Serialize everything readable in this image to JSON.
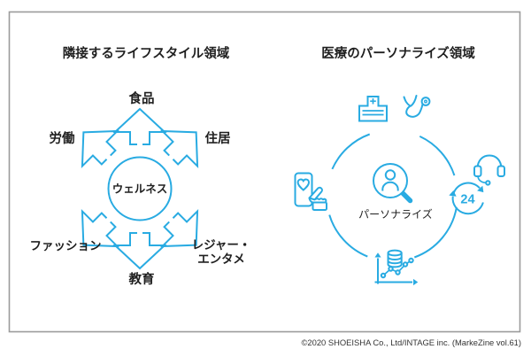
{
  "palette": {
    "accent": "#29ABE2",
    "frame_border": "#9B9B9B",
    "text": "#1F1F1F"
  },
  "left_panel": {
    "title": "隣接するライフスタイル領域",
    "center_label": "ウェルネス",
    "sectors": [
      {
        "label": "食品",
        "position": "top"
      },
      {
        "label": "住居",
        "position": "top-right"
      },
      {
        "label": "レジャー・エンタメ",
        "line1": "レジャー・",
        "line2": "エンタメ",
        "position": "bottom-right"
      },
      {
        "label": "教育",
        "position": "bottom"
      },
      {
        "label": "ファッション",
        "position": "bottom-left"
      },
      {
        "label": "労働",
        "position": "top-left"
      }
    ]
  },
  "right_panel": {
    "title": "医療のパーソナライズ領域",
    "center_label": "パーソナライズ",
    "hours_badge": "24",
    "icons": [
      "medical-kit-icon",
      "stethoscope-icon",
      "smartphone-health-icon",
      "support-headset-icon",
      "24-hours-cycle-icon",
      "data-chart-icon",
      "personalize-search-icon"
    ]
  },
  "footer": {
    "credit": "©2020 SHOEISHA Co., Ltd/INTAGE inc.  (MarkeZine vol.61)"
  }
}
